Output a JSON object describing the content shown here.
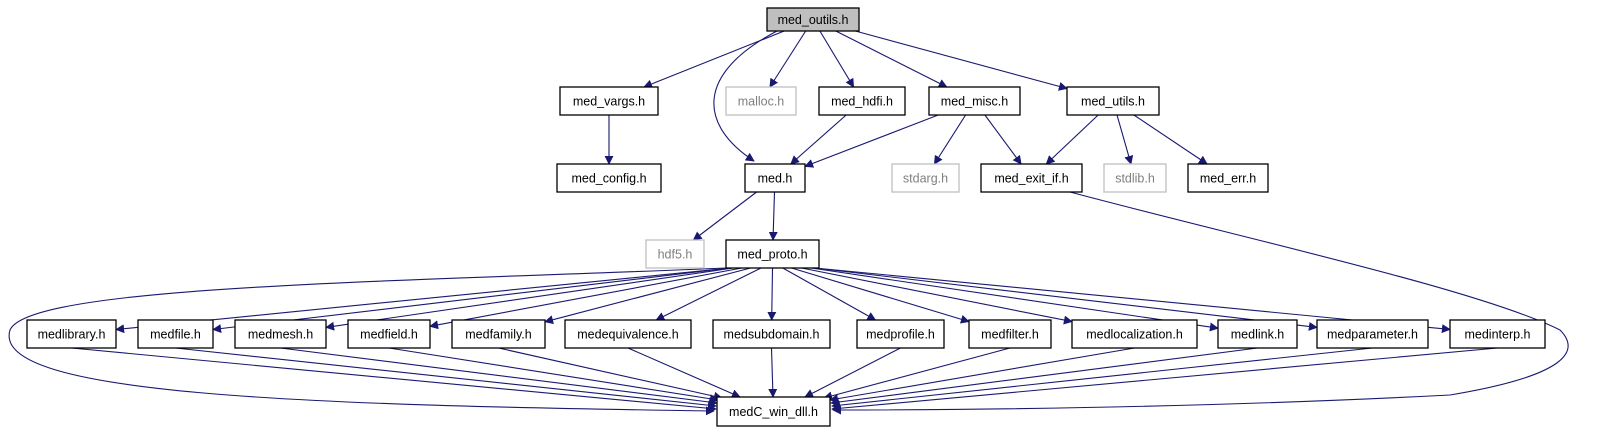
{
  "colors": {
    "edge": "#191970",
    "root_fill": "#bfbfbf",
    "node_border": "#000000",
    "external_border": "#bfbfbf",
    "external_text": "#7f7f7f",
    "text": "#000000"
  },
  "nodes": {
    "med_outils_h": {
      "label": "med_outils.h",
      "kind": "root"
    },
    "med_vargs_h": {
      "label": "med_vargs.h",
      "kind": "header"
    },
    "malloc_h": {
      "label": "malloc.h",
      "kind": "external"
    },
    "med_hdfi_h": {
      "label": "med_hdfi.h",
      "kind": "header"
    },
    "med_misc_h": {
      "label": "med_misc.h",
      "kind": "header"
    },
    "med_utils_h": {
      "label": "med_utils.h",
      "kind": "header"
    },
    "med_config_h": {
      "label": "med_config.h",
      "kind": "header"
    },
    "med_h": {
      "label": "med.h",
      "kind": "header"
    },
    "stdarg_h": {
      "label": "stdarg.h",
      "kind": "external"
    },
    "med_exit_if_h": {
      "label": "med_exit_if.h",
      "kind": "header"
    },
    "stdlib_h": {
      "label": "stdlib.h",
      "kind": "external"
    },
    "med_err_h": {
      "label": "med_err.h",
      "kind": "header"
    },
    "hdf5_h": {
      "label": "hdf5.h",
      "kind": "external"
    },
    "med_proto_h": {
      "label": "med_proto.h",
      "kind": "header"
    },
    "medlibrary_h": {
      "label": "medlibrary.h",
      "kind": "header"
    },
    "medfile_h": {
      "label": "medfile.h",
      "kind": "header"
    },
    "medmesh_h": {
      "label": "medmesh.h",
      "kind": "header"
    },
    "medfield_h": {
      "label": "medfield.h",
      "kind": "header"
    },
    "medfamily_h": {
      "label": "medfamily.h",
      "kind": "header"
    },
    "medequivalence_h": {
      "label": "medequivalence.h",
      "kind": "header"
    },
    "medsubdomain_h": {
      "label": "medsubdomain.h",
      "kind": "header"
    },
    "medprofile_h": {
      "label": "medprofile.h",
      "kind": "header"
    },
    "medfilter_h": {
      "label": "medfilter.h",
      "kind": "header"
    },
    "medlocalization_h": {
      "label": "medlocalization.h",
      "kind": "header"
    },
    "medlink_h": {
      "label": "medlink.h",
      "kind": "header"
    },
    "medparameter_h": {
      "label": "medparameter.h",
      "kind": "header"
    },
    "medinterp_h": {
      "label": "medinterp.h",
      "kind": "header"
    },
    "medC_win_dll_h": {
      "label": "medC_win_dll.h",
      "kind": "header"
    }
  },
  "edges": [
    [
      "med_outils_h",
      "med_vargs_h"
    ],
    [
      "med_outils_h",
      "malloc_h"
    ],
    [
      "med_outils_h",
      "med_hdfi_h"
    ],
    [
      "med_outils_h",
      "med_misc_h"
    ],
    [
      "med_outils_h",
      "med_utils_h"
    ],
    [
      "med_outils_h",
      "med_h"
    ],
    [
      "med_vargs_h",
      "med_config_h"
    ],
    [
      "med_hdfi_h",
      "med_h"
    ],
    [
      "med_misc_h",
      "med_h"
    ],
    [
      "med_misc_h",
      "stdarg_h"
    ],
    [
      "med_misc_h",
      "med_exit_if_h"
    ],
    [
      "med_utils_h",
      "med_exit_if_h"
    ],
    [
      "med_utils_h",
      "stdlib_h"
    ],
    [
      "med_utils_h",
      "med_err_h"
    ],
    [
      "med_h",
      "hdf5_h"
    ],
    [
      "med_h",
      "med_proto_h"
    ],
    [
      "med_exit_if_h",
      "medC_win_dll_h"
    ],
    [
      "med_proto_h",
      "medlibrary_h"
    ],
    [
      "med_proto_h",
      "medfile_h"
    ],
    [
      "med_proto_h",
      "medmesh_h"
    ],
    [
      "med_proto_h",
      "medfield_h"
    ],
    [
      "med_proto_h",
      "medfamily_h"
    ],
    [
      "med_proto_h",
      "medequivalence_h"
    ],
    [
      "med_proto_h",
      "medsubdomain_h"
    ],
    [
      "med_proto_h",
      "medprofile_h"
    ],
    [
      "med_proto_h",
      "medfilter_h"
    ],
    [
      "med_proto_h",
      "medlocalization_h"
    ],
    [
      "med_proto_h",
      "medlink_h"
    ],
    [
      "med_proto_h",
      "medparameter_h"
    ],
    [
      "med_proto_h",
      "medinterp_h"
    ],
    [
      "med_proto_h",
      "medC_win_dll_h"
    ],
    [
      "medlibrary_h",
      "medC_win_dll_h"
    ],
    [
      "medfile_h",
      "medC_win_dll_h"
    ],
    [
      "medmesh_h",
      "medC_win_dll_h"
    ],
    [
      "medfield_h",
      "medC_win_dll_h"
    ],
    [
      "medfamily_h",
      "medC_win_dll_h"
    ],
    [
      "medequivalence_h",
      "medC_win_dll_h"
    ],
    [
      "medsubdomain_h",
      "medC_win_dll_h"
    ],
    [
      "medprofile_h",
      "medC_win_dll_h"
    ],
    [
      "medfilter_h",
      "medC_win_dll_h"
    ],
    [
      "medlocalization_h",
      "medC_win_dll_h"
    ],
    [
      "medlink_h",
      "medC_win_dll_h"
    ],
    [
      "medparameter_h",
      "medC_win_dll_h"
    ],
    [
      "medinterp_h",
      "medC_win_dll_h"
    ]
  ]
}
